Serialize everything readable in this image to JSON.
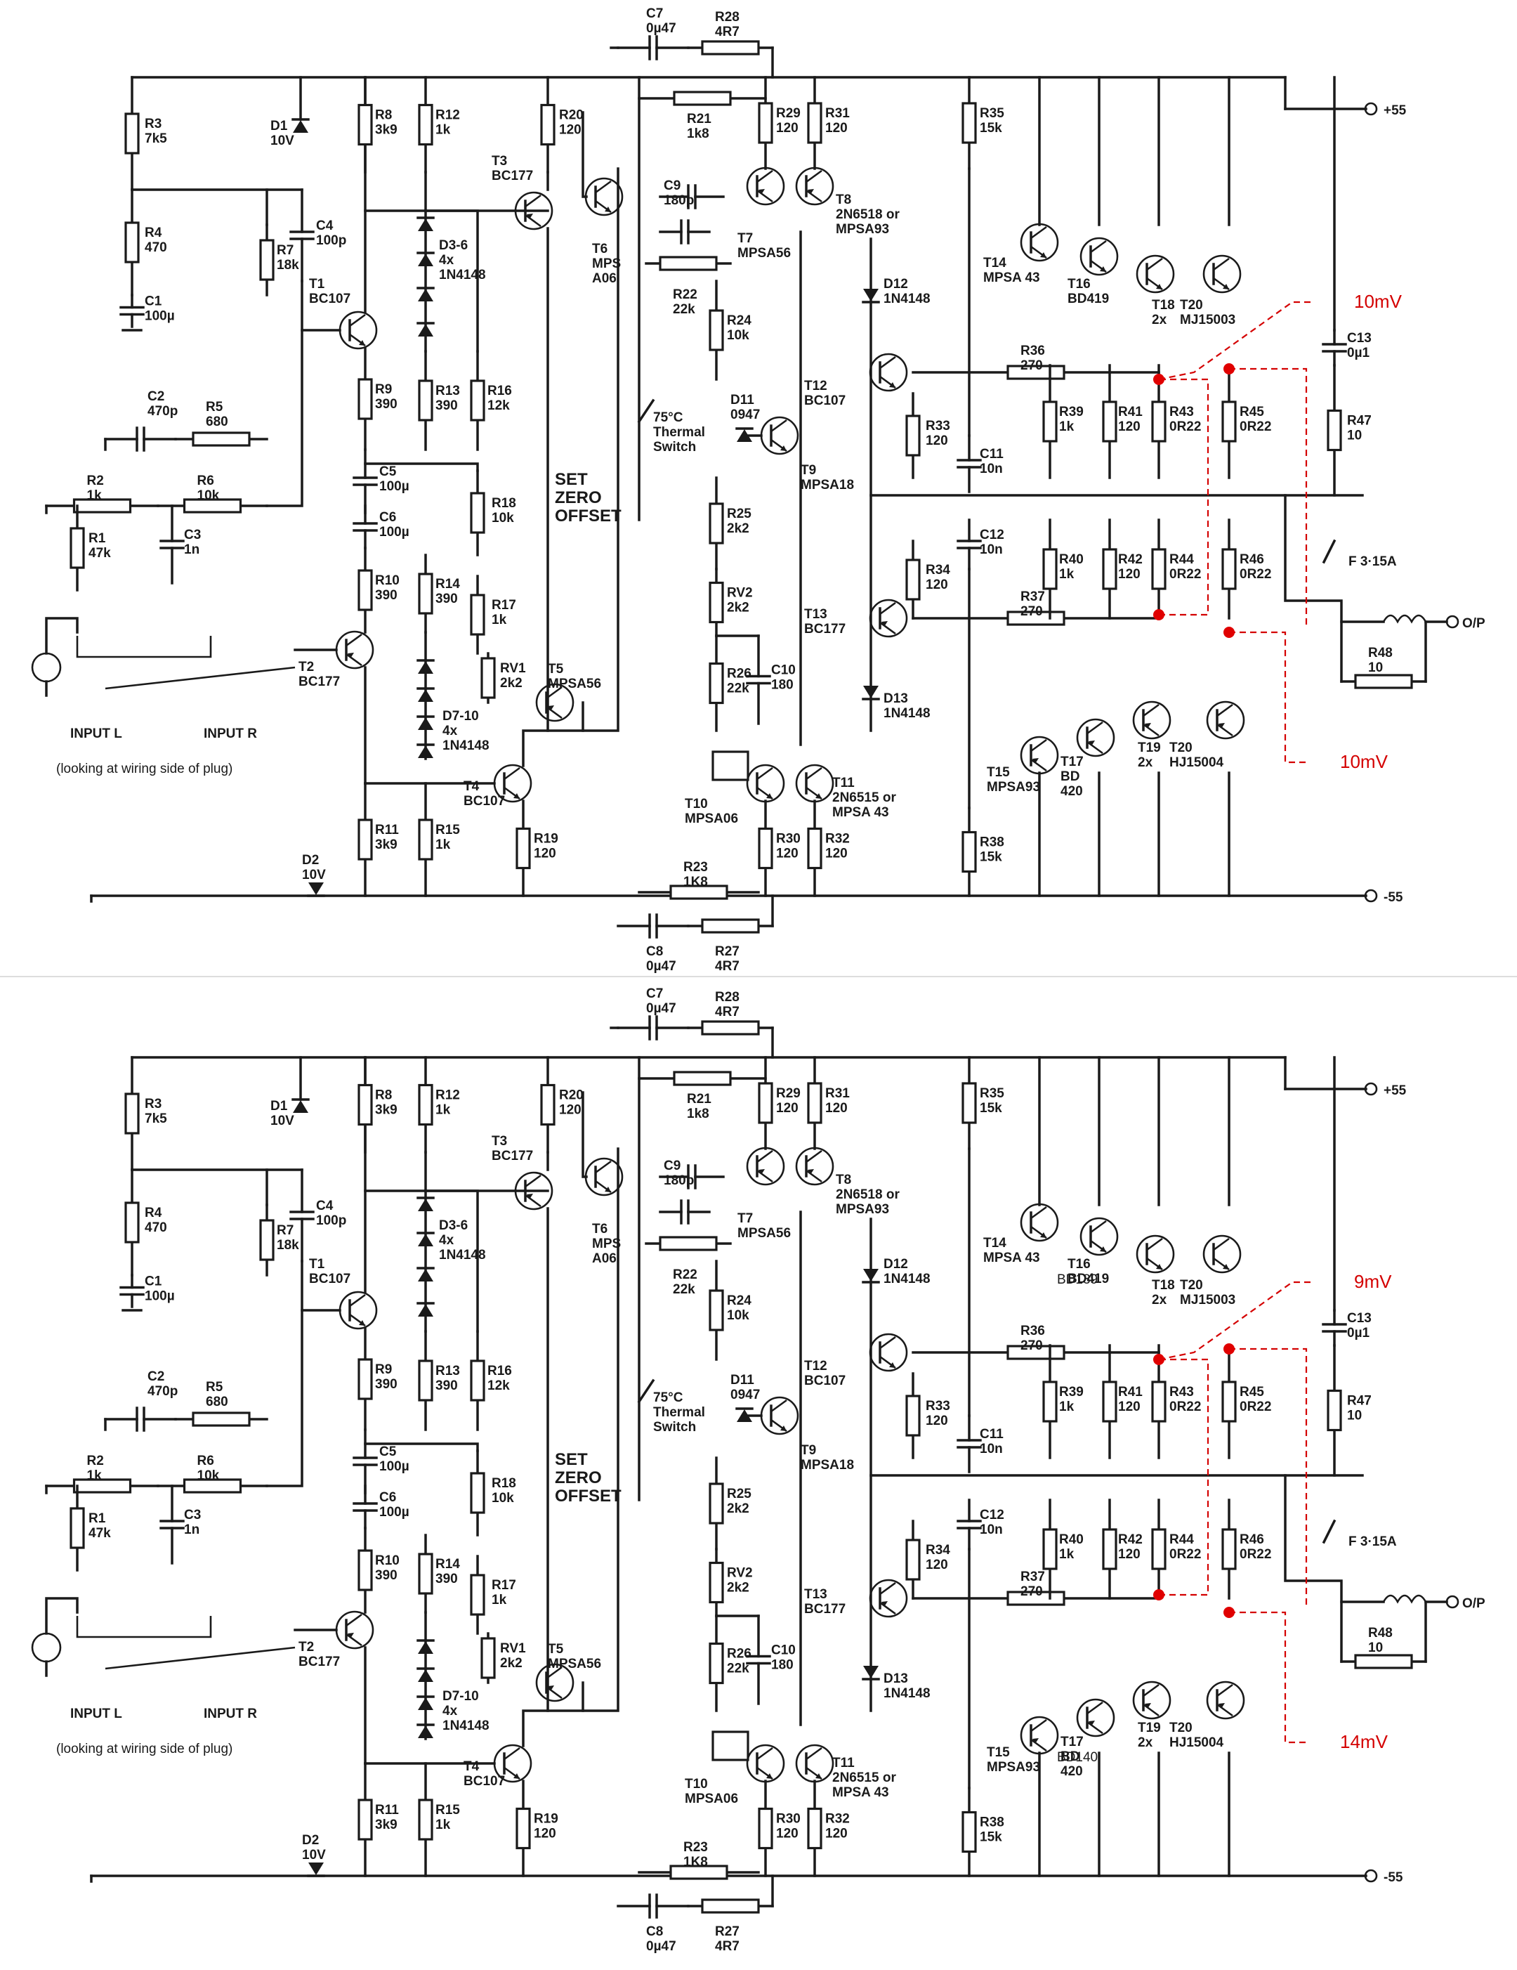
{
  "colors": {
    "wire": "#1a1a1a",
    "annotation": "#d40000",
    "background": "#ffffff"
  },
  "rails": {
    "positive": "+55",
    "negative": "-55",
    "output": "O/P"
  },
  "fuse": "F 3·15A",
  "thermal_switch": "75°C\nThermal\nSwitch",
  "set_zero_offset": "SET\nZERO\nOFFSET",
  "inputs": {
    "left": "INPUT L",
    "right": "INPUT R",
    "note": "(looking at wiring side of plug)"
  },
  "components": {
    "R1": "R1\n47k",
    "R2": "R2\n1k",
    "R3": "R3\n7k5",
    "R4": "R4\n470",
    "R5": "R5\n680",
    "R6": "R6\n10k",
    "R7": "R7\n18k",
    "R8": "R8\n3k9",
    "R9": "R9\n390",
    "R10": "R10\n390",
    "R11": "R11\n3k9",
    "R12": "R12\n1k",
    "R13": "R13\n390",
    "R14": "R14\n390",
    "R15": "R15\n1k",
    "R16": "R16\n12k",
    "R17": "R17\n1k",
    "R18": "R18\n10k",
    "R19": "R19\n120",
    "R20": "R20\n120",
    "R21": "R21\n1k8",
    "R22": "R22\n22k",
    "R23": "R23\n1K8",
    "R24": "R24\n10k",
    "R25": "R25\n2k2",
    "R26": "R26\n22k",
    "R27": "R27\n4R7",
    "R28": "R28\n4R7",
    "R29": "R29\n120",
    "R30": "R30\n120",
    "R31": "R31\n120",
    "R32": "R32\n120",
    "R33": "R33\n120",
    "R34": "R34\n120",
    "R35": "R35\n15k",
    "R36": "R36\n270",
    "R37": "R37\n270",
    "R38": "R38\n15k",
    "R39": "R39\n1k",
    "R40": "R40\n1k",
    "R41": "R41\n120",
    "R42": "R42\n120",
    "R43": "R43\n0R22",
    "R44": "R44\n0R22",
    "R45": "R45\n0R22",
    "R46": "R46\n0R22",
    "R47": "R47\n10",
    "R48": "R48\n10",
    "RV1": "RV1\n2k2",
    "RV2": "RV2\n2k2",
    "C1": "C1\n100µ",
    "C2": "C2\n470p",
    "C3": "C3\n1n",
    "C4": "C4\n100p",
    "C5": "C5\n100µ",
    "C6": "C6\n100µ",
    "C7": "C7\n0µ47",
    "C8": "C8\n0µ47",
    "C9": "C9\n180p",
    "C10": "C10\n180",
    "C11": "C11\n10n",
    "C12": "C12\n10n",
    "C13": "C13\n0µ1",
    "D1": "D1\n10V",
    "D2": "D2\n10V",
    "D3_6": "D3-6\n4x\n1N4148",
    "D7_10": "D7-10\n4x\n1N4148",
    "D11": "D11\n0947",
    "D12": "D12\n1N4148",
    "D13": "D13\n1N4148",
    "T1": "T1\nBC107",
    "T2": "T2\nBC177",
    "T3": "T3\nBC177",
    "T4": "T4\nBC107",
    "T5": "T5\nMPSA56",
    "T6": "T6\nMPS\nA06",
    "T7": "T7\nMPSA56",
    "T8": "T8\n2N6518 or\nMPSA93",
    "T9": "T9\nMPSA18",
    "T10": "T10\nMPSA06",
    "T11": "T11\n2N6515 or\nMPSA 43",
    "T12": "T12\nBC107",
    "T13": "T13\nBC177",
    "T14": "T14\nMPSA 43",
    "T15": "T15\nMPSA93",
    "T16": "T16\nBD419",
    "T17": "T17\nBD\n420",
    "T18": "T18\n2x",
    "T19": "T19\n2x",
    "T20a": "T20\nMJ15003",
    "T20b": "T20\nHJ15004"
  },
  "panels": [
    {
      "id": "original",
      "measurement_top": "10mV",
      "measurement_bottom": "10mV",
      "t16_note": "",
      "t17_note": ""
    },
    {
      "id": "modified",
      "measurement_top": "9mV",
      "measurement_bottom": "14mV",
      "t16_note": "BD139",
      "t17_note": "BD140"
    }
  ]
}
